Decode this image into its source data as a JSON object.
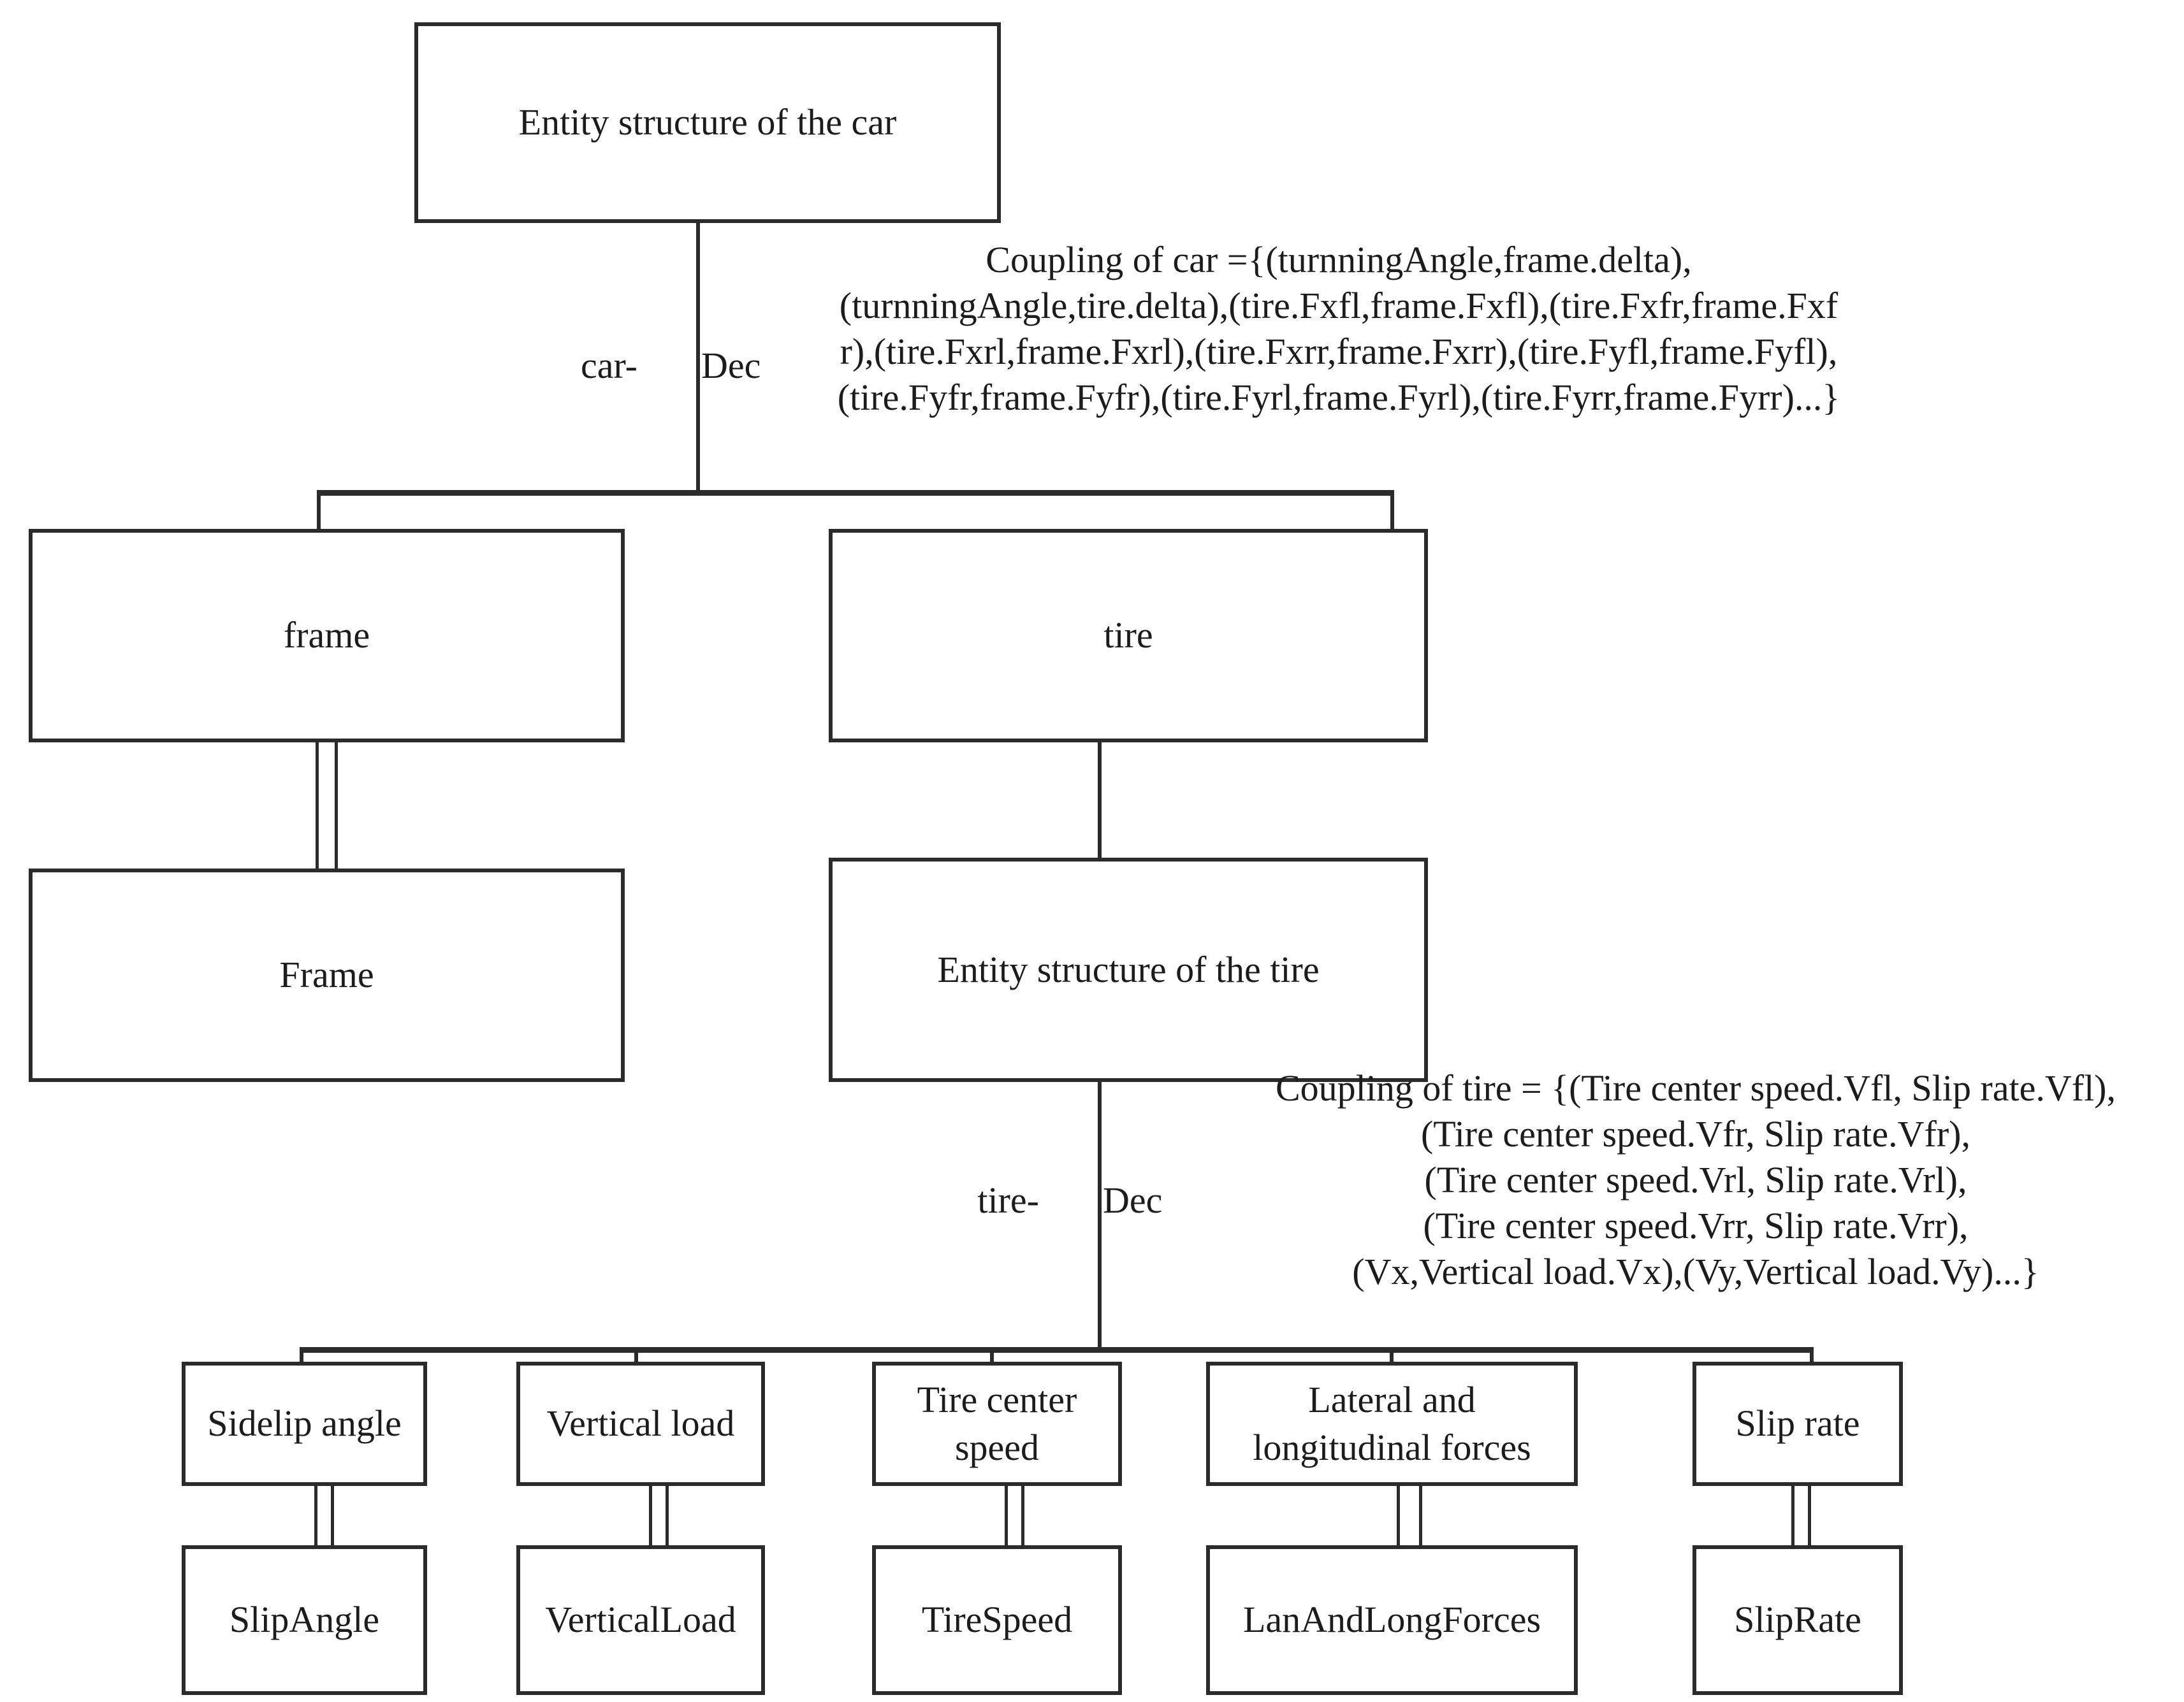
{
  "diagram": {
    "title_box": {
      "label": "Entity structure of the car"
    },
    "nodes": {
      "car_root": "Entity structure of the car",
      "frame_spec": "frame",
      "tire_spec": "tire",
      "frame_impl": "Frame",
      "tire_structure": "Entity structure of the tire",
      "leaf1": "Sidelip angle",
      "leaf2": "Vertical load",
      "leaf3_line1": "Tire center",
      "leaf3_line2": "speed",
      "leaf4_line1": "Lateral and",
      "leaf4_line2": "longitudinal forces",
      "leaf5": "Slip rate",
      "impl1": "SlipAngle",
      "impl2": "VerticalLoad",
      "impl3": "TireSpeed",
      "impl4": "LanAndLongForces",
      "impl5": "SlipRate"
    },
    "edge_labels": {
      "car_dec": "car-Dec",
      "tire_dec": "tire-Dec"
    },
    "couplings": {
      "car": "Coupling of car ={(turnningAngle,frame.delta),\n(turnningAngle,tire.delta),(tire.Fxfl,frame.Fxfl),(tire.Fxfr,frame.Fxf\nr),(tire.Fxrl,frame.Fxrl),(tire.Fxrr,frame.Fxrr),(tire.Fyfl,frame.Fyfl),\n(tire.Fyfr,frame.Fyfr),(tire.Fyrl,frame.Fyrl),(tire.Fyrr,frame.Fyrr)...}",
      "tire": "Coupling of tire = {(Tire center speed.Vfl, Slip rate.Vfl),\n(Tire center speed.Vfr, Slip rate.Vfr),\n(Tire center speed.Vrl, Slip rate.Vrl),\n(Tire center speed.Vrr, Slip rate.Vrr),\n(Vx,Vertical load.Vx),(Vy,Vertical load.Vy)...}"
    },
    "colors": {
      "stroke": "#2b2b2b",
      "background": "#ffffff",
      "text": "#1c1c1c"
    }
  }
}
